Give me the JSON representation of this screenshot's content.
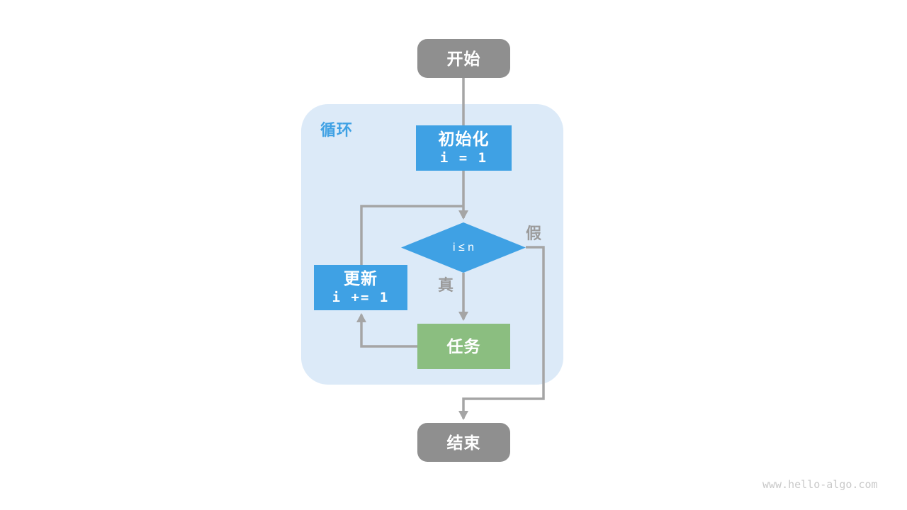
{
  "diagram": {
    "loop_label": "循环",
    "nodes": {
      "start": {
        "label": "开始"
      },
      "init": {
        "title": "初始化",
        "code": "i = 1"
      },
      "condition": {
        "code": "i ≤ n"
      },
      "update": {
        "title": "更新",
        "code": "i += 1"
      },
      "task": {
        "label": "任务"
      },
      "end": {
        "label": "结束"
      }
    },
    "edge_labels": {
      "true": "真",
      "false": "假"
    },
    "colors": {
      "terminal_fill": "#8F8F8F",
      "process_fill": "#3FA1E4",
      "task_fill": "#8BBE80",
      "loop_background": "#DCEAF8",
      "loop_label": "#3FA1E4",
      "connector": "#A5A5A5",
      "edge_label": "#9B9B9B",
      "node_text": "#FFFFFF",
      "watermark": "#C9C9C9"
    }
  },
  "watermark": "www.hello-algo.com"
}
